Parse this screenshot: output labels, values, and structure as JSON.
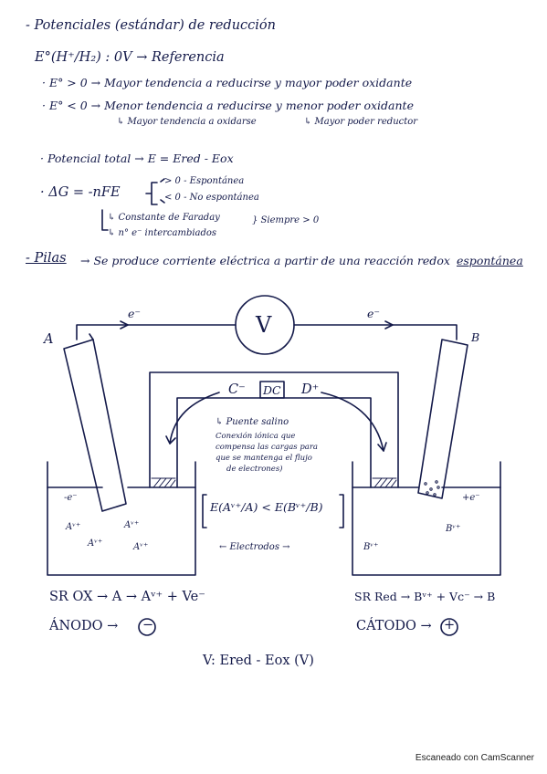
{
  "notes": {
    "heading": "- Potenciales (estándar) de reducción",
    "reference": "E°(H⁺/H₂) : 0V → Referencia",
    "positive": "· E° > 0 → Mayor tendencia a reducirse y mayor poder oxidante",
    "negative": "· E° < 0 → Menor tendencia a reducirse y menor poder oxidante",
    "neg_sub_left": "↳ Mayor tendencia a oxidarse",
    "neg_sub_right": "↳ Mayor poder reductor",
    "total": "· Potencial total → E = Ered - Eox",
    "gibbs": "· ΔG = -nFE",
    "gibbs_pos": "> 0 - Espontánea",
    "gibbs_neg": "< 0 - No espontánea",
    "faraday": "↳ Constante de Faraday",
    "always": "} Siempre > 0",
    "electrons": "↳ n° e⁻ intercambiados",
    "pilas_label": "- Pilas",
    "pilas_text": "→ Se produce corriente eléctrica a partir de una reacción redox",
    "pilas_emph": "espontánea"
  },
  "diagram": {
    "label_a": "A",
    "label_b": "B",
    "voltmeter": "V",
    "electron_left": "e⁻",
    "electron_right": "e⁻",
    "bridge_anion": "C⁻",
    "bridge_salt": "DC",
    "bridge_cation": "D⁺",
    "bridge_title": "↳ Puente salino",
    "bridge_desc_1": "Conexión iónica que",
    "bridge_desc_2": "compensa las cargas para",
    "bridge_desc_3": "que se mantenga el flujo",
    "bridge_desc_4": "de electrones)",
    "left_e": "-e⁻",
    "right_e": "+e⁻",
    "ion_a1": "Aᵛ⁺",
    "ion_a2": "Aᵛ⁺",
    "ion_a3": "Aᵛ⁺",
    "ion_a4": "Aᵛ⁺",
    "ion_b1": "Bᵛ⁺",
    "ion_b2": "Bᵛ⁺",
    "condition": "E(Aᵛ⁺/A) < E(Bᵛ⁺/B)",
    "electrodes": "← Electrodos →"
  },
  "equations": {
    "anode_rxn": "SR OX → A → Aᵛ⁺ + Ve⁻",
    "cathode_rxn": "SR Red → Bᵛ⁺ + Vc⁻ → B",
    "anode": "ÁNODO →",
    "anode_sign": "−",
    "cathode": "CÁTODO →",
    "cathode_sign": "+",
    "voltage": "V: Ered - Eox (V)"
  },
  "footer": "Escaneado con CamScanner"
}
